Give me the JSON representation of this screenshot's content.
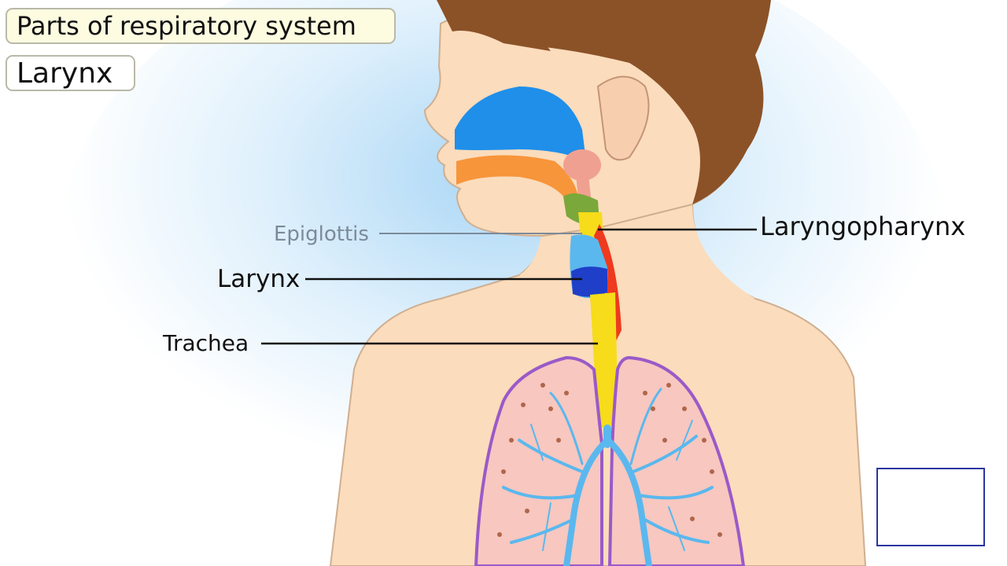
{
  "header": {
    "title": "Parts of respiratory system",
    "subtitle": "Larynx"
  },
  "labels": {
    "epiglottis": "Epiglottis",
    "laryngopharynx": "Laryngopharynx",
    "larynx": "Larynx",
    "trachea": "Trachea"
  },
  "colors": {
    "nasal_cavity": "#1f8fea",
    "oral_pathway": "#f7953a",
    "pharynx": "#f0a090",
    "epiglottis": "#7aa83a",
    "larynx": "#1f3fc8",
    "trachea": "#f6dc1a",
    "esophagus": "#ee3a1e",
    "bronchi": "#5ab8ee",
    "lung_outline": "#9a5ac8",
    "skin": "#fbdcbc",
    "hair": "#8b5228"
  }
}
